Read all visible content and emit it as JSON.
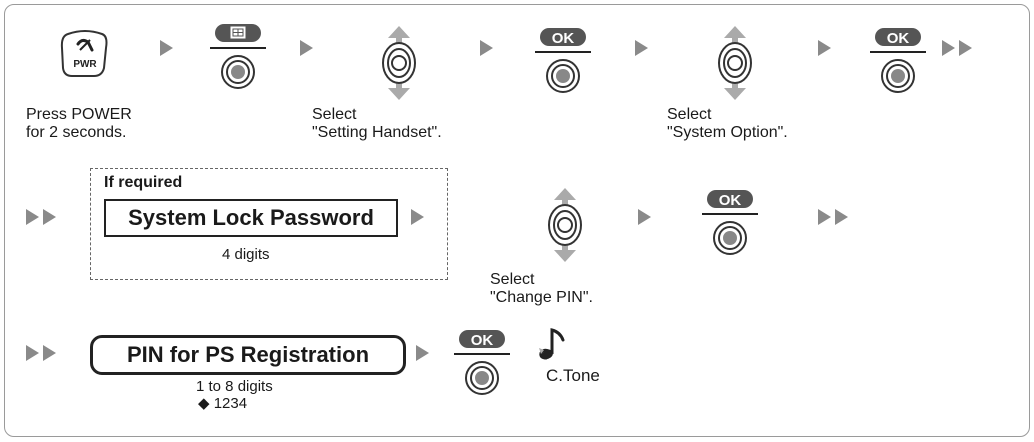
{
  "row1": {
    "power_caption_line1": "Press POWER",
    "power_caption_line2": "for 2 seconds.",
    "power_key_label": "PWR",
    "select1_line1": "Select",
    "select1_line2": "\"Setting Handset\".",
    "select2_line1": "Select",
    "select2_line2": "\"System Option\".",
    "ok_label_1": "OK",
    "ok_label_2": "OK"
  },
  "row2": {
    "if_required": "If required",
    "password_box": "System Lock Password",
    "digits": "4 digits",
    "select_line1": "Select",
    "select_line2": "\"Change PIN\".",
    "ok_label": "OK"
  },
  "row3": {
    "pin_box": "PIN for PS Registration",
    "digits": "1 to 8 digits",
    "default_value": "◆ 1234",
    "ok_label": "OK",
    "tone": "C.Tone"
  }
}
